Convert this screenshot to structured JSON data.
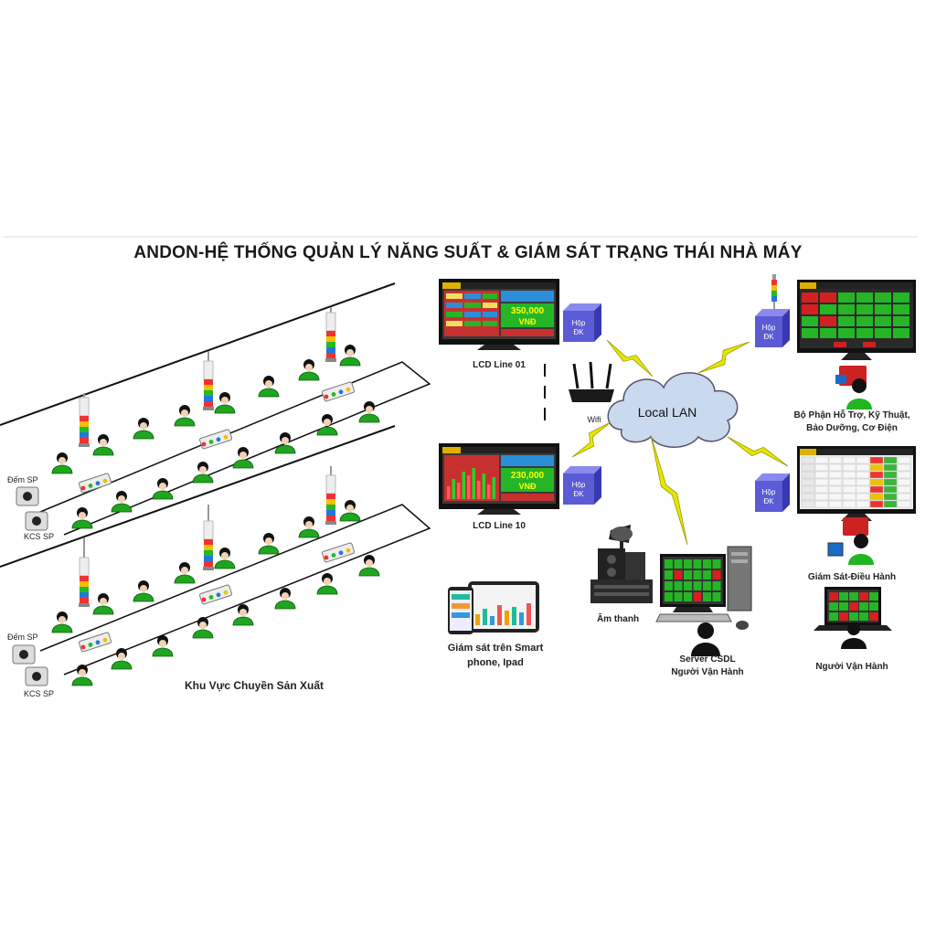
{
  "title": "ANDON-HỆ THỐNG QUẢN LÝ NĂNG SUẤT & GIÁM SÁT TRẠNG THÁI NHÀ MÁY",
  "production": {
    "dem_sp_top": "Đếm SP",
    "kcs_sp_top": "KCS SP",
    "dem_sp_bottom": "Đếm SP",
    "kcs_sp_bottom": "KCS SP",
    "area_label": "Khu Vực Chuyền Sản Xuất"
  },
  "lcd_line_01": {
    "label": "LCD Line 01",
    "value": "350,000",
    "unit": "VNĐ"
  },
  "lcd_line_10": {
    "label": "LCD Line 10",
    "value": "230,000",
    "unit": "VNĐ"
  },
  "hop_dk": "Hộp\nĐK",
  "wifi_label": "Wifi",
  "lan_label": "Local LAN",
  "mobile_label_1": "Giám sát trên Smart",
  "mobile_label_2": "phone, Ipad",
  "audio_label": "Âm thanh",
  "server_label_1": "Server CSDL",
  "server_label_2": "Người Vận Hành",
  "support_label_1": "Bộ Phận Hỗ Trợ, Kỹ Thuật,",
  "support_label_2": "Bảo Dưỡng, Cơ Điện",
  "supervise_label": "Giám Sát-Điều Hành",
  "operator_label": "Người Vận Hành",
  "colors": {
    "worker": "#1fa51f",
    "box": "#5b5bd6",
    "lightning": "#e6e600",
    "cloud": "#c9d9ee",
    "red": "#d62020",
    "green": "#2bb02b"
  }
}
